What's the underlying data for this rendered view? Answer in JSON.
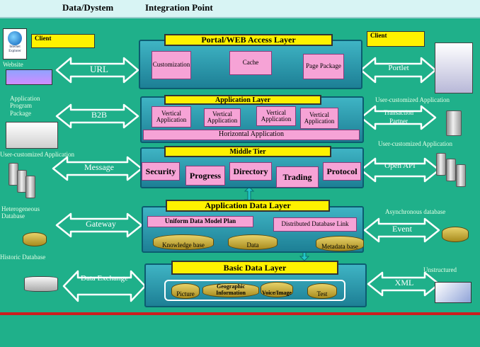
{
  "header": {
    "data_system": "Data/Dystem",
    "integration_point": "Integration Point"
  },
  "layers": {
    "portal": {
      "title": "Portal/WEB Access Layer",
      "boxes": [
        "Customization",
        "Cache",
        "Page Package"
      ]
    },
    "application": {
      "title": "Application Layer",
      "verticals": [
        "Vertical Application",
        "Vertical Application",
        "Vertical Application",
        "Vertical Application"
      ],
      "horizontal": "Horizontal Application"
    },
    "middle": {
      "title": "Middle Tier",
      "boxes": [
        "Security",
        "Progress",
        "Directory",
        "Trading",
        "Protocol"
      ]
    },
    "app_data": {
      "title": "Application Data Layer",
      "boxes": [
        "Uniform Data Model Plan",
        "Distributed Database Link"
      ],
      "stores": [
        "Knowledge base",
        "Data",
        "Metadata base"
      ]
    },
    "basic_data": {
      "title": "Basic Data Layer",
      "stores": [
        "Picture",
        "Geographic Information",
        "Voice/Image",
        "Test"
      ]
    }
  },
  "left_arrows": [
    "URL",
    "B2B",
    "Message",
    "Gateway",
    "Data Exchange"
  ],
  "right_arrows": [
    "Portlet",
    "Transaction Partner",
    "Open API",
    "Event",
    "XML"
  ],
  "left_labels": {
    "client": "Client",
    "website": "Website",
    "app_package": "Application Program Package",
    "user_app": "User-customized Application",
    "hetero": "Heterogeneous Database",
    "historic": "Historic Database"
  },
  "right_labels": {
    "client": "Client",
    "user_app_1": "User-customized Application",
    "user_app_2": "User-customized Application",
    "async_db": "Asynchronous database",
    "unstructured": "Unstructured"
  },
  "ie_label": "Internet Explorer"
}
